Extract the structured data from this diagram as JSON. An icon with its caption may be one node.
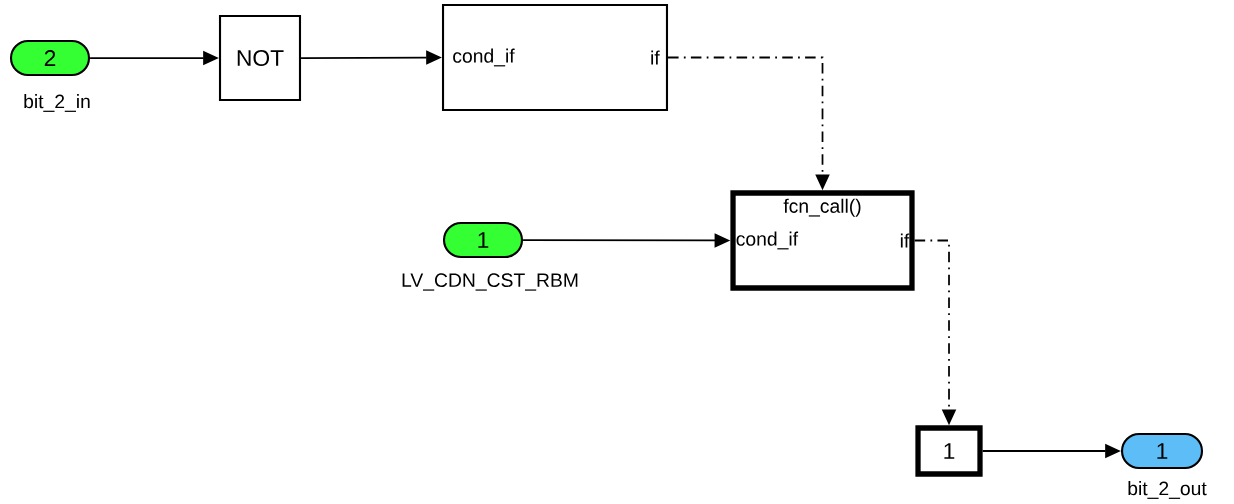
{
  "diagram": {
    "nodes": [
      {
        "text": [
          "2"
        ],
        "beside": [
          "bit_2_in"
        ]
      },
      {
        "text": [
          "NOT"
        ]
      },
      {
        "text": [
          "cond_if",
          "if"
        ]
      },
      {
        "text": [
          "1"
        ],
        "beside": [
          "LV_CDN_CST_RBM"
        ]
      },
      {
        "text": [
          "fcn_call()",
          "cond_if",
          "if"
        ]
      },
      {
        "text": [
          "1"
        ]
      },
      {
        "text": [
          "1"
        ],
        "beside": [
          "bit_2_out"
        ]
      }
    ],
    "edges": [
      {
        "from": 0,
        "to": 1,
        "arrow": "to"
      },
      {
        "from": 1,
        "to": 2,
        "arrow": "to"
      },
      {
        "from": 2,
        "to": 4,
        "arrow": "to",
        "style": "dashed"
      },
      {
        "from": 3,
        "to": 4,
        "arrow": "to"
      },
      {
        "from": 4,
        "to": 5,
        "arrow": "to",
        "style": "dashed"
      },
      {
        "from": 5,
        "to": 6,
        "arrow": "to"
      }
    ]
  }
}
